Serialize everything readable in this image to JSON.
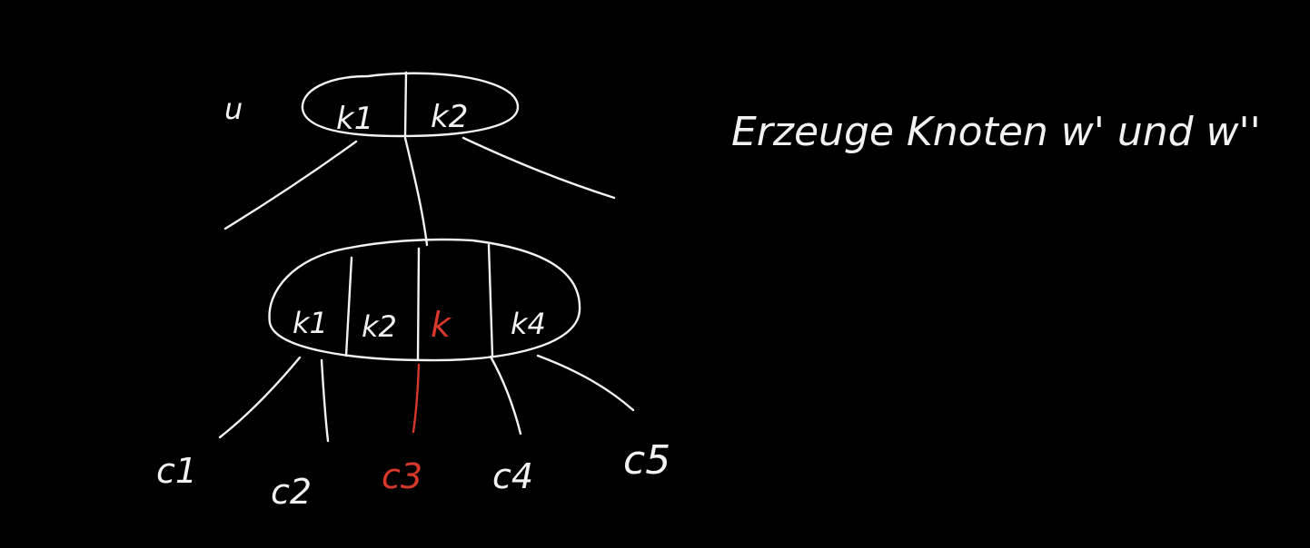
{
  "colors": {
    "background": "#000000",
    "ink": "#f2f2f2",
    "highlight": "#d8382c"
  },
  "parent_node": {
    "name": "u",
    "keys": [
      "k1",
      "k2"
    ]
  },
  "child_node": {
    "keys": [
      "k1",
      "k2",
      "k",
      "k4"
    ],
    "highlighted_key_index": 2
  },
  "children": {
    "labels": [
      "c1",
      "c2",
      "c3",
      "c4",
      "c5"
    ],
    "highlighted_index": 2
  },
  "note": "Erzeuge Knoten w' und w''"
}
